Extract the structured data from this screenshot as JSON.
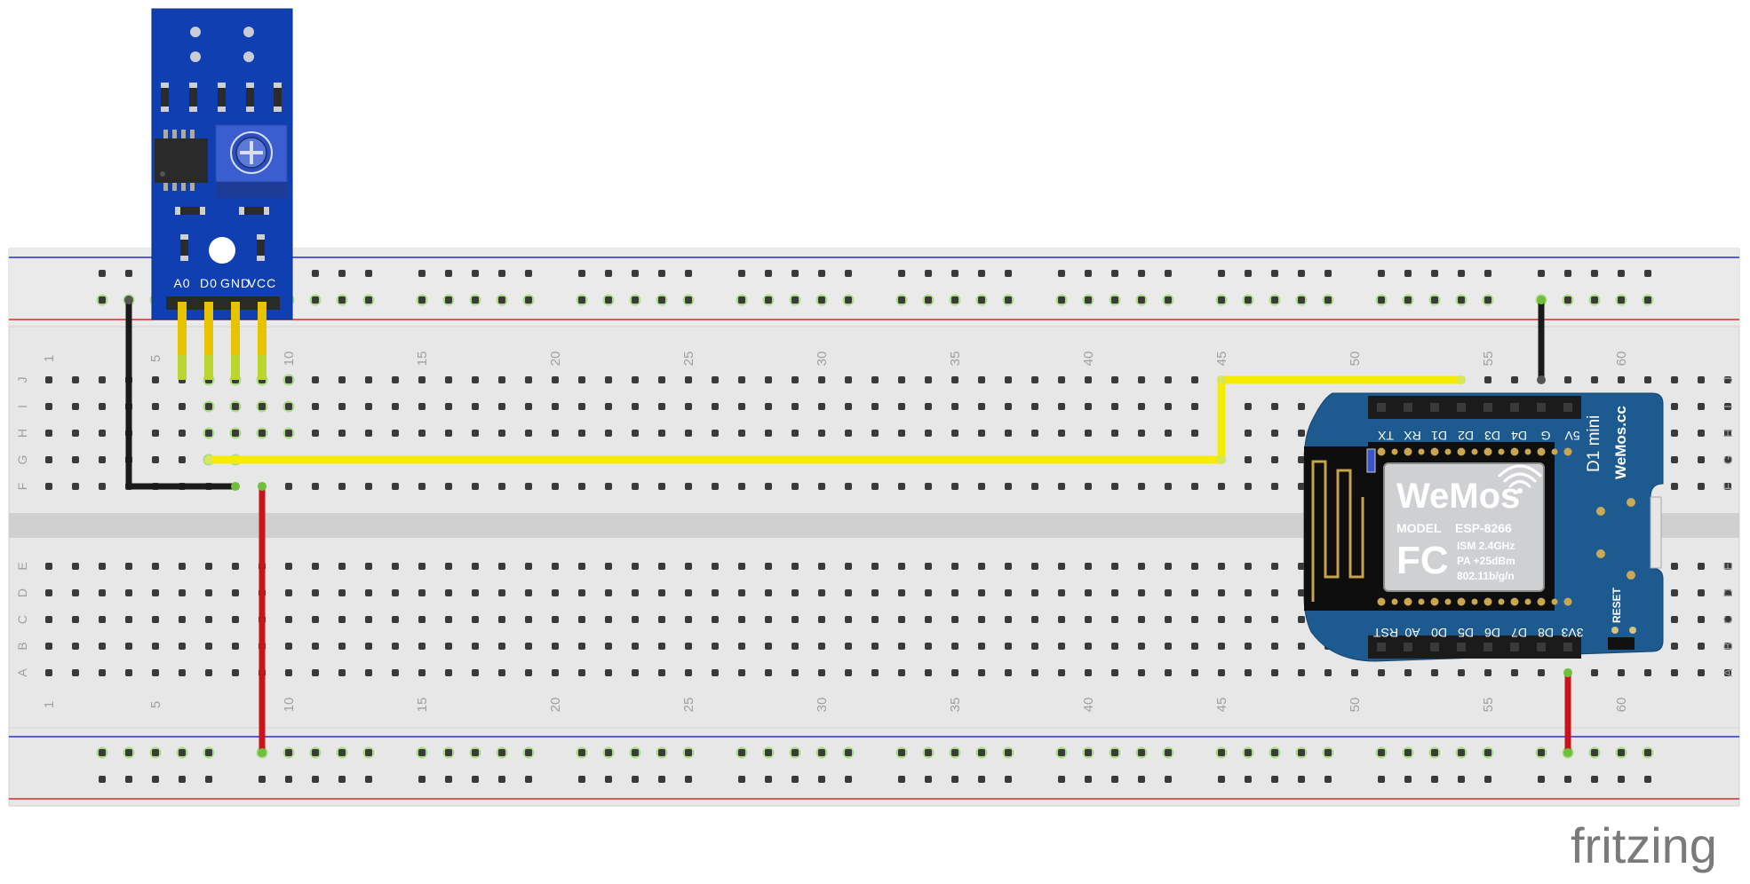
{
  "breadboard": {
    "column_numbers": [
      "1",
      "5",
      "10",
      "15",
      "20",
      "25",
      "30",
      "35",
      "40",
      "45",
      "50",
      "55",
      "60"
    ],
    "top_row_letters": [
      "J",
      "I",
      "H",
      "G",
      "F"
    ],
    "bottom_row_letters": [
      "E",
      "D",
      "C",
      "B",
      "A"
    ]
  },
  "sensor": {
    "pin_labels": [
      "A0",
      "D0",
      "GND",
      "VCC"
    ]
  },
  "wemos": {
    "top_pin_labels": [
      "TX",
      "RX",
      "D1",
      "D2",
      "D3",
      "D4",
      "G",
      "5V"
    ],
    "bottom_pin_labels": [
      "RST",
      "A0",
      "D0",
      "D5",
      "D6",
      "D7",
      "D8",
      "3V3"
    ],
    "logo": "WeMos",
    "model_label": "MODEL",
    "model_value": "ESP-8266",
    "spec_lines": [
      "ISM 2.4GHz",
      "PA +25dBm",
      "802.11b/g/n"
    ],
    "fcc_mark": "FC",
    "board_name": "D1 mini",
    "board_site": "WeMos.cc",
    "reset_label": "RESET"
  },
  "wires": {
    "colors": {
      "black": "#1a1a1a",
      "yellow": "#f5ec00",
      "red": "#c8141a"
    }
  },
  "watermark": "fritzing"
}
